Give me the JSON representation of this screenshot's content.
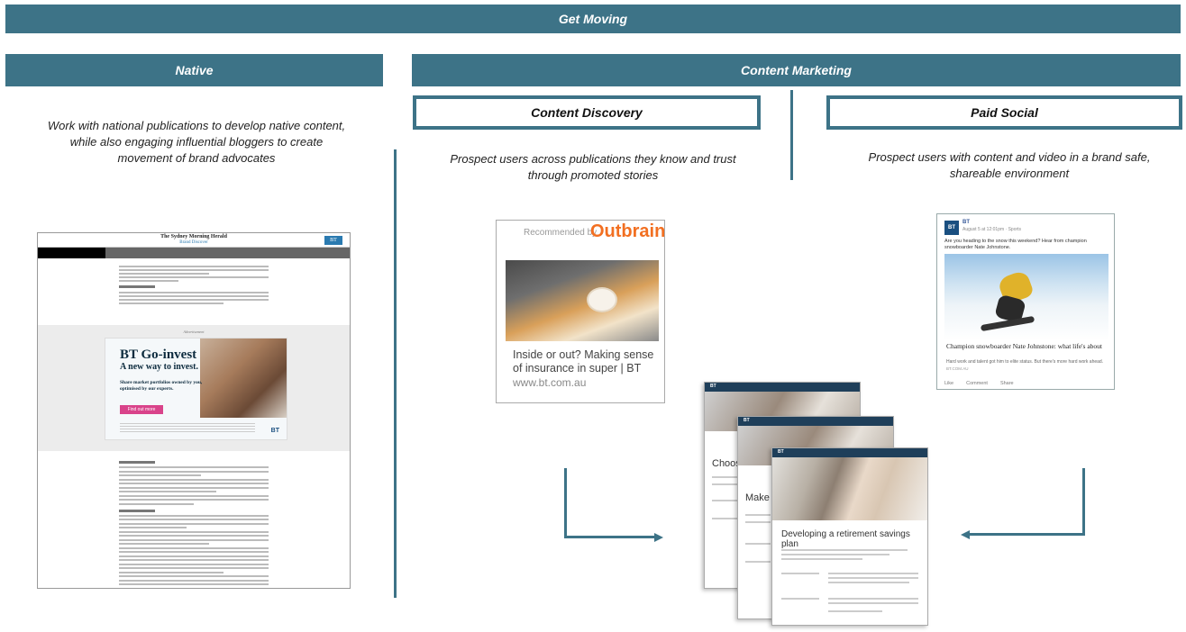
{
  "header": {
    "title": "Get Moving"
  },
  "native": {
    "title": "Native",
    "description": "Work with national publications to develop native content, while also engaging influential bloggers to create movement of brand advocates",
    "mockup": {
      "masthead": "The Sydney Morning Herald",
      "section": "Brand Discover",
      "badge": "BT",
      "ad_label": "Advertisement",
      "ad_title": "BT Go-invest",
      "ad_subtitle": "A new way to invest.",
      "ad_body": "Share market portfolios owned by you, optimised by our experts.",
      "ad_button": "Find out more",
      "ad_logo": "BT"
    }
  },
  "content_marketing": {
    "title": "Content Marketing",
    "discovery": {
      "title": "Content Discovery",
      "description": "Prospect users across publications they know and trust through promoted stories",
      "card": {
        "recommended": "Recommended by",
        "brand": "Outbrain",
        "headline": "Inside or out? Making sense of insurance in super | BT",
        "source": "www.bt.com.au"
      }
    },
    "social": {
      "title": "Paid Social",
      "description": "Prospect users with content and video in a brand safe, shareable environment",
      "card": {
        "logo": "BT",
        "name": "BT",
        "meta": "August 5 at 12:01pm · Sports",
        "text": "Are you heading to the snow this weekend? Hear from champion snowboarder Nate Johnstone.",
        "headline": "Champion snowboarder Nate Johnstone: what life's about",
        "desc": "Hard work and talent got him to elite status. But there's more hard work ahead.",
        "domain": "BT.COM.AU",
        "actions": [
          "Like",
          "Comment",
          "Share"
        ]
      }
    },
    "landing_pages": {
      "page1_heading": "Choose",
      "page2_heading": "Make m",
      "page3_heading": "Developing a retirement savings plan",
      "logo": "BT"
    }
  },
  "colors": {
    "accent": "#3d7387",
    "outbrain": "#f26f21",
    "navy": "#1f3f5a"
  }
}
